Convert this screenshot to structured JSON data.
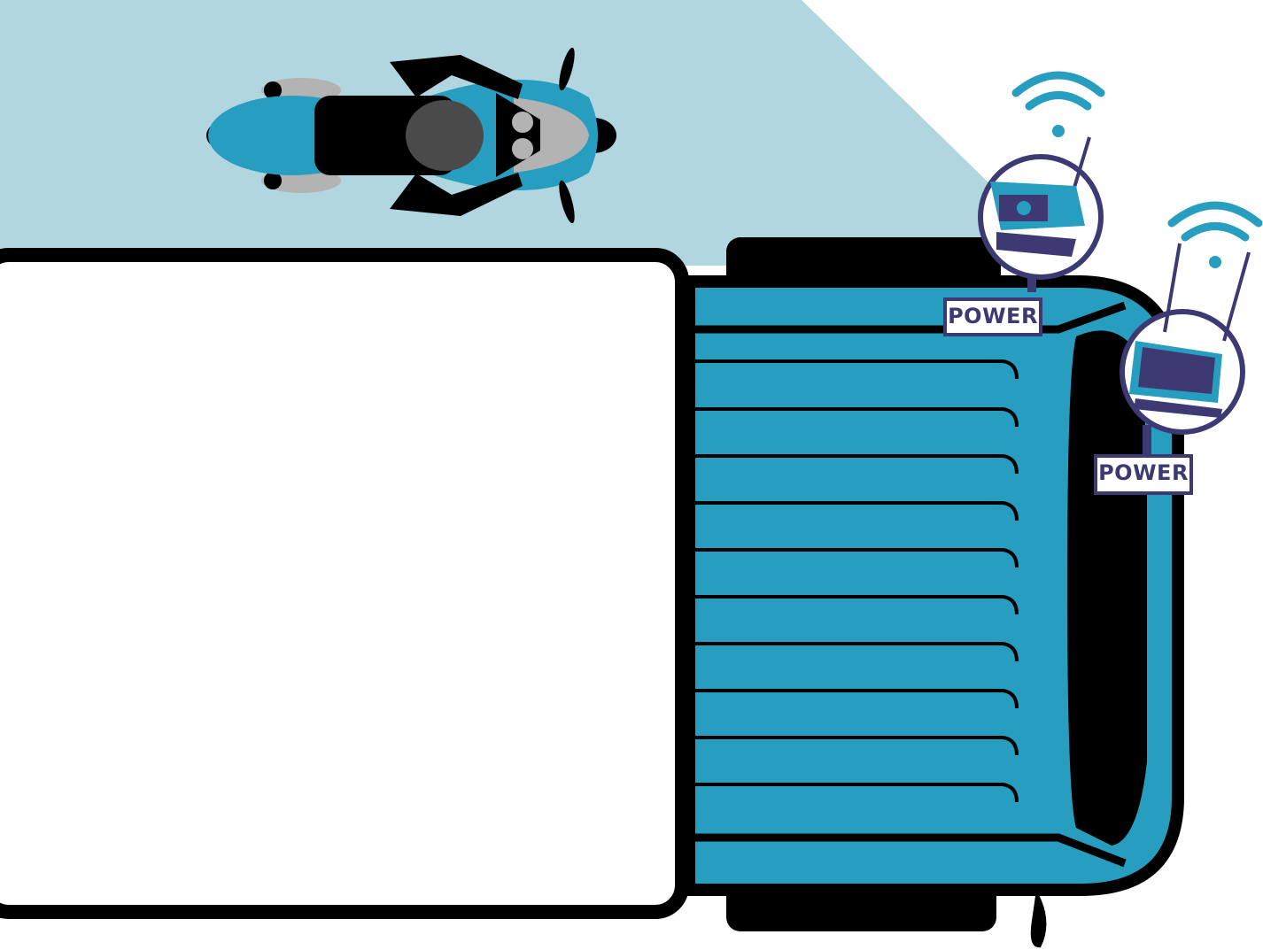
{
  "scene": {
    "description": "Top-down view of a truck with wireless camera and monitor, motorcycle in blind-spot zone",
    "colors": {
      "zone": "#b1d6df",
      "truck_body": "#279ebf",
      "outline": "#000000",
      "device_frame": "#3d3a73",
      "wifi": "#279ebf",
      "trailer": "#ffffff",
      "rider_helmet": "#4a4a4a",
      "bike_grey": "#b3b3b3"
    }
  },
  "devices": [
    {
      "name": "wireless-camera",
      "label": "POWER"
    },
    {
      "name": "wireless-monitor",
      "label": "POWER"
    }
  ]
}
